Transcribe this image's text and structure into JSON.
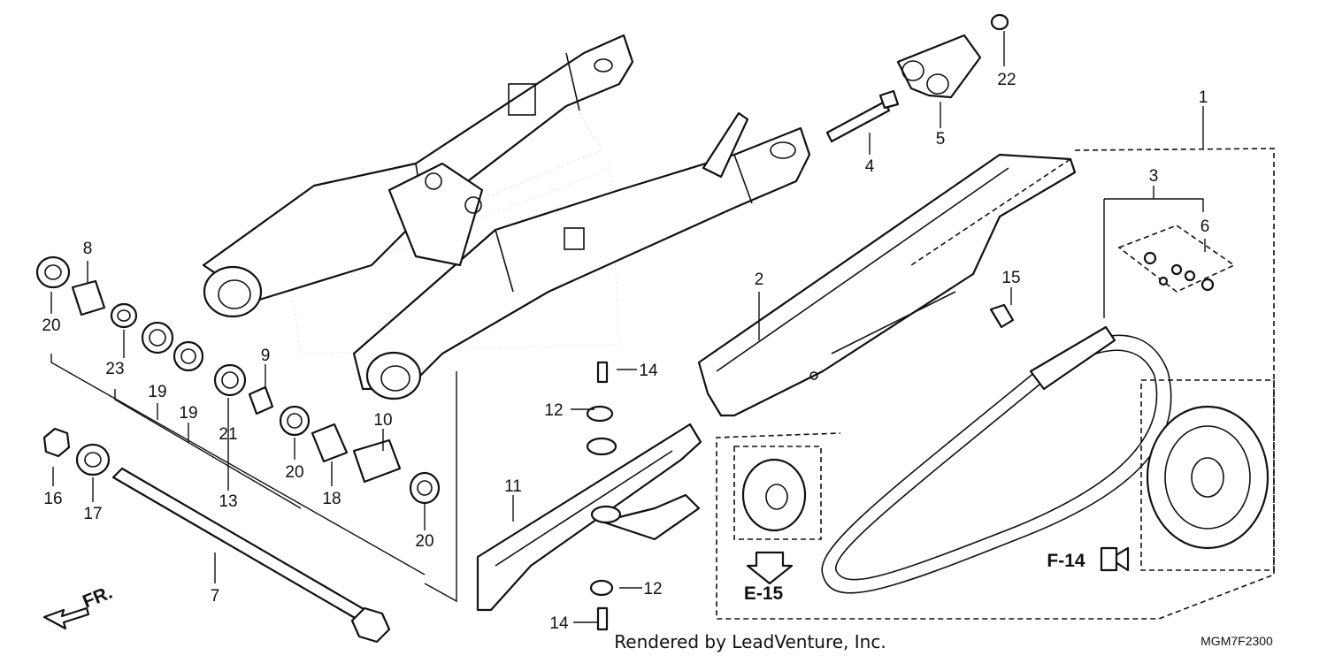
{
  "callouts": [
    "1",
    "2",
    "3",
    "4",
    "5",
    "6",
    "7",
    "8",
    "9",
    "10",
    "11",
    "12",
    "12",
    "13",
    "14",
    "14",
    "15",
    "16",
    "17",
    "18",
    "19",
    "19",
    "20",
    "20",
    "20",
    "21",
    "22",
    "23"
  ],
  "references": {
    "e15": "E-15",
    "f14": "F-14"
  },
  "direction": "FR.",
  "footer": {
    "rendered_by": "Rendered by LeadVenture, Inc.",
    "diagram_code": "MGM7F2300"
  }
}
